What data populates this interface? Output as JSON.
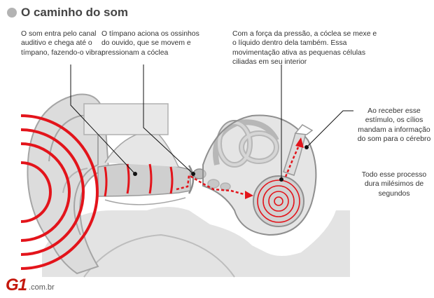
{
  "title": "O caminho do som",
  "captions": {
    "outer_ear": "O som entra pelo canal auditivo e chega até o tímpano, fazendo-o vibrar",
    "eardrum": "O tímpano aciona os ossinhos do ouvido, que se movem e pressionam a cóclea",
    "cochlea": "Com a força da pressão, a cóclea se mexe e o líquido dentro dela também. Essa movimentação ativa as pequenas células ciliadas em seu interior",
    "brain": "Ao receber esse estímulo, os cílios mandam a informação do som para o cérebro",
    "speed": "Todo esse processo dura milésimos de segundos"
  },
  "brand": {
    "logo": "G1",
    "suffix": ".com.br"
  },
  "colors": {
    "accent": "#e3141b",
    "tissue": "#d9d9d9",
    "outline": "#9a9a9a",
    "title_icon": "#b3b3b3"
  }
}
